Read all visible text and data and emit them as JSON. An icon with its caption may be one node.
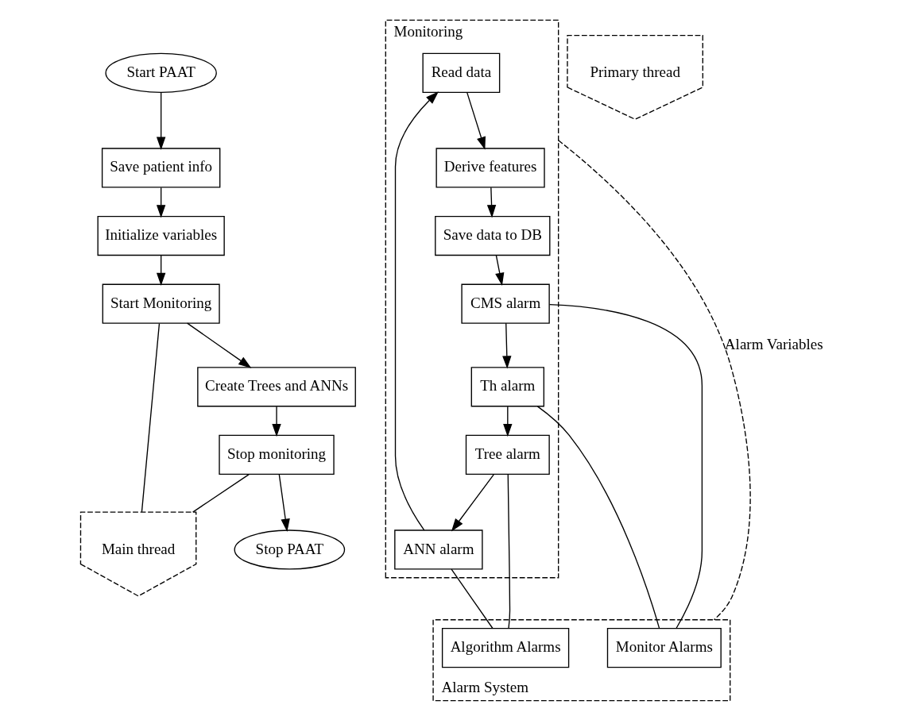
{
  "diagram": {
    "nodes": [
      {
        "text": [
          "Start PAAT"
        ]
      },
      {
        "text": [
          "Save patient info"
        ]
      },
      {
        "text": [
          "Initialize variables"
        ]
      },
      {
        "text": [
          "Start Monitoring"
        ]
      },
      {
        "text": [
          "Create Trees and ANNs"
        ]
      },
      {
        "text": [
          "Stop monitoring"
        ]
      },
      {
        "text": [
          "Stop PAAT"
        ]
      },
      {
        "text": [
          "Monitoring"
        ]
      },
      {
        "text": [
          "Read data"
        ],
        "in": 7
      },
      {
        "text": [
          "Derive features"
        ],
        "in": 7
      },
      {
        "text": [
          "Save data to DB"
        ],
        "in": 7
      },
      {
        "text": [
          "CMS alarm"
        ],
        "in": 7
      },
      {
        "text": [
          "Th alarm"
        ],
        "in": 7
      },
      {
        "text": [
          "Tree alarm"
        ],
        "in": 7
      },
      {
        "text": [
          "ANN alarm"
        ],
        "in": 7
      },
      {
        "text": [
          "Alarm System"
        ]
      },
      {
        "text": [
          "Monitor Alarms"
        ],
        "in": 15
      },
      {
        "text": [
          "Algorithm Alarms"
        ],
        "in": 15
      },
      {
        "text": [
          "Primary thread"
        ]
      },
      {
        "text": [
          "Main thread"
        ]
      }
    ],
    "edges": [
      {
        "from": 0,
        "to": 1,
        "arrow": "to"
      },
      {
        "from": 1,
        "to": 2,
        "arrow": "to"
      },
      {
        "from": 2,
        "to": 3,
        "arrow": "to"
      },
      {
        "from": 3,
        "to": 4,
        "arrow": "to"
      },
      {
        "from": 4,
        "to": 5,
        "arrow": "to"
      },
      {
        "from": 5,
        "to": 6,
        "arrow": "to"
      },
      {
        "from": 3,
        "to": 19,
        "arrow": "none"
      },
      {
        "from": 5,
        "to": 19,
        "arrow": "none"
      },
      {
        "from": 8,
        "to": 9,
        "arrow": "to"
      },
      {
        "from": 9,
        "to": 10,
        "arrow": "to"
      },
      {
        "from": 10,
        "to": 11,
        "arrow": "to"
      },
      {
        "from": 11,
        "to": 12,
        "arrow": "to"
      },
      {
        "from": 12,
        "to": 13,
        "arrow": "to"
      },
      {
        "from": 13,
        "to": 14,
        "arrow": "to"
      },
      {
        "from": 14,
        "to": 8,
        "arrow": "to"
      },
      {
        "from": 11,
        "to": 16,
        "arrow": "none"
      },
      {
        "from": 12,
        "to": 16,
        "arrow": "none"
      },
      {
        "from": 13,
        "to": 17,
        "arrow": "none"
      },
      {
        "from": 14,
        "to": 17,
        "arrow": "none"
      },
      {
        "from": 7,
        "to": 15,
        "arrow": "none",
        "style": "dashed",
        "label": "Alarm Variables"
      }
    ]
  }
}
